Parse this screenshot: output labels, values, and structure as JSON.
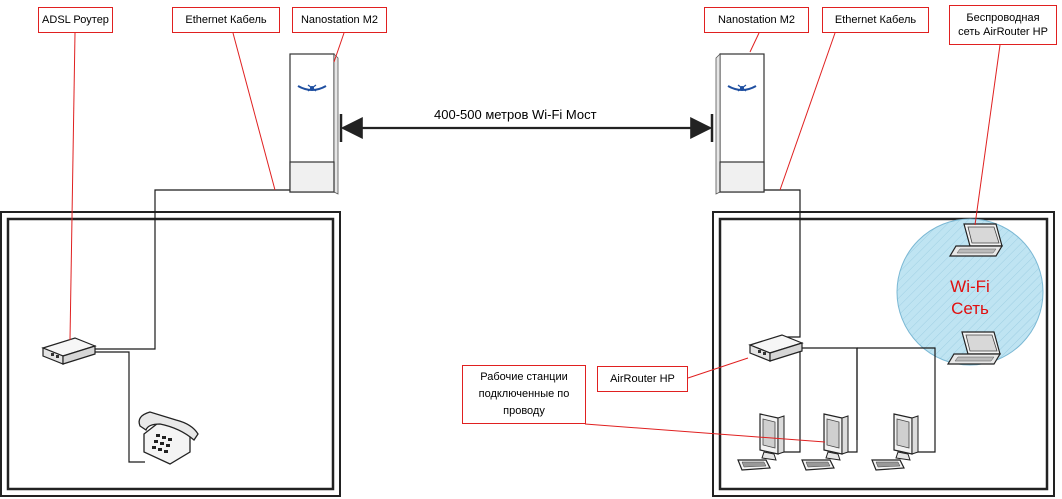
{
  "labels": {
    "adsl_router": "ADSL Роутер",
    "ethernet_left": "Ethernet Кабель",
    "nanostation_left": "Nanostation M2",
    "nanostation_right": "Nanostation M2",
    "ethernet_right": "Ethernet Кабель",
    "airrouter_wireless_1": "Беспроводная",
    "airrouter_wireless_2": "сеть AirRouter HP",
    "bridge": "400-500 метров Wi-Fi Мост",
    "airrouter": "AirRouter HP",
    "workstations_1": "Рабочие станции",
    "workstations_2": "подключенные по",
    "workstations_3": "проводу",
    "wifi_1": "Wi-Fi",
    "wifi_2": "Сеть"
  },
  "colors": {
    "callout_line": "#e02020",
    "cable": "#1a1a1a",
    "wifi_fill": "#bfe4f2",
    "wifi_text": "#e01010"
  }
}
